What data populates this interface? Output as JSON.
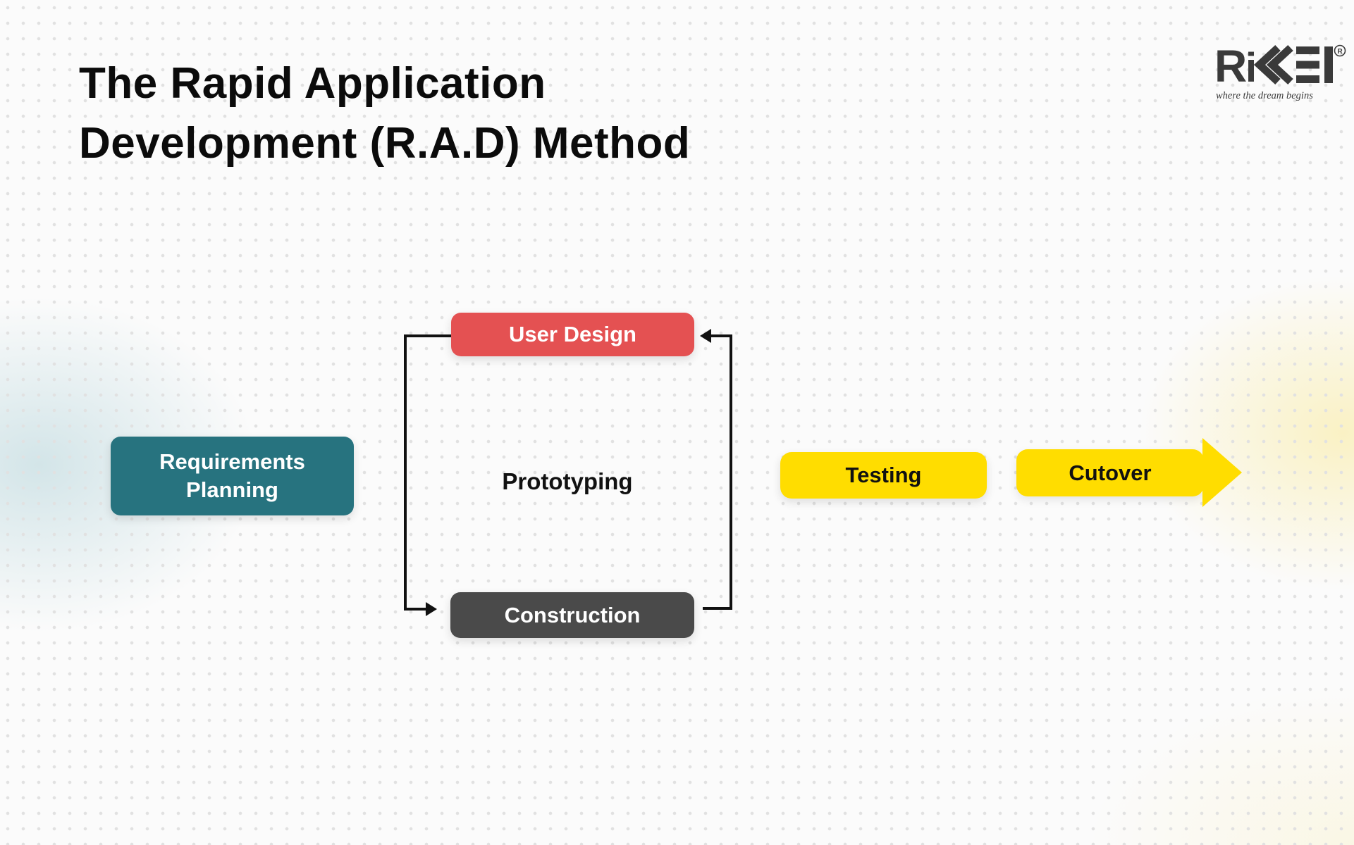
{
  "page": {
    "title_line1": "The Rapid Application",
    "title_line2": "Development (R.A.D) Method"
  },
  "logo": {
    "brand": "RIKKEI",
    "letter_r": "R",
    "letter_i": "i",
    "registered": "R",
    "tagline": "where the dream begins",
    "color": "#3a3a3a"
  },
  "diagram": {
    "type": "flow",
    "nodes": {
      "requirements": {
        "label": "Requirements Planning",
        "color": "#27737f",
        "text_color": "#ffffff"
      },
      "user_design": {
        "label": "User Design",
        "color": "#e45152",
        "text_color": "#ffffff"
      },
      "prototyping": {
        "label": "Prototyping",
        "color": "none",
        "text_color": "#111111"
      },
      "construction": {
        "label": "Construction",
        "color": "#4a4a4a",
        "text_color": "#ffffff"
      },
      "testing": {
        "label": "Testing",
        "color": "#ffdd00",
        "text_color": "#111111"
      },
      "cutover": {
        "label": "Cutover",
        "color": "#ffdd00",
        "text_color": "#111111",
        "shape": "arrow-right"
      }
    },
    "connectors": {
      "color": "#111111",
      "loop_note": "User Design -> Construction -> User Design iterative loop surrounding Prototyping"
    }
  }
}
